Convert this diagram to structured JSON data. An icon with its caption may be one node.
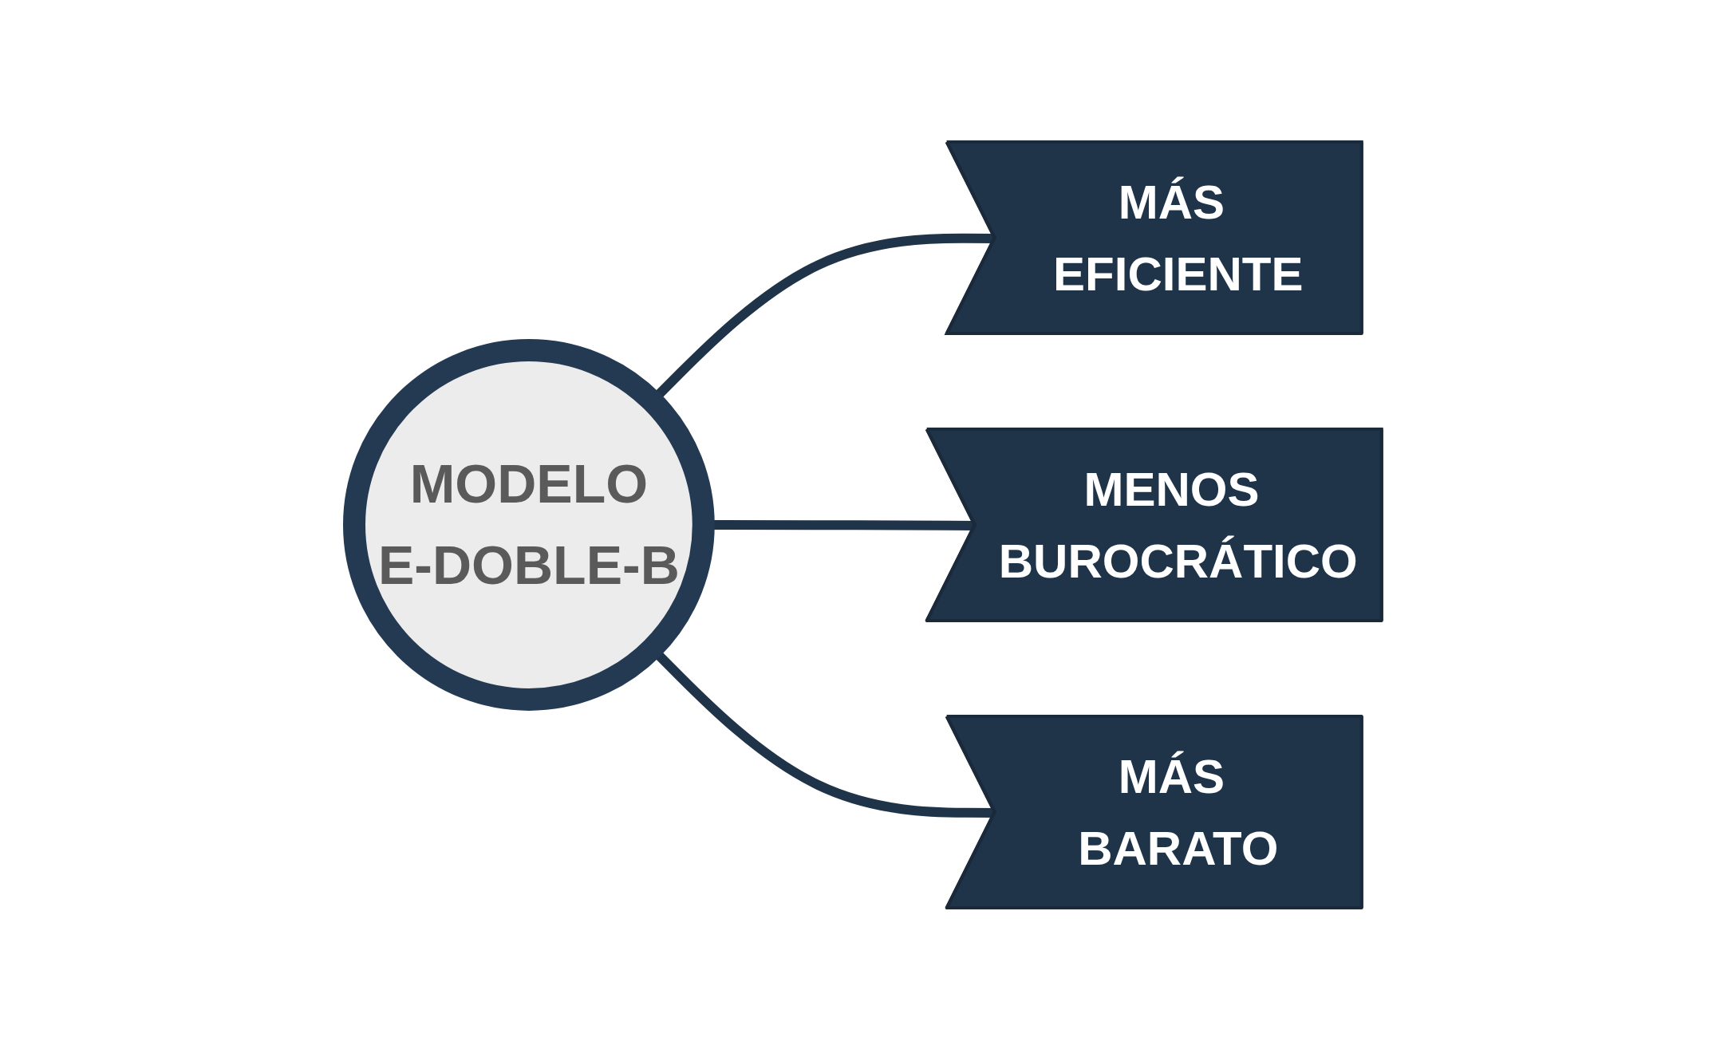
{
  "diagram": {
    "nodes": [
      {
        "text": [
          "MODELO",
          "E-DOBLE-B"
        ]
      },
      {
        "text": [
          "MÁS EFICIENTE"
        ]
      },
      {
        "text": [
          "MENOS BUROCRÁTICO"
        ]
      },
      {
        "text": [
          "MÁS BARATO"
        ]
      }
    ],
    "edges": [
      {
        "from": 0,
        "to": 1,
        "arrow": "none"
      },
      {
        "from": 0,
        "to": 2,
        "arrow": "none"
      },
      {
        "from": 0,
        "to": 3,
        "arrow": "none"
      }
    ]
  }
}
